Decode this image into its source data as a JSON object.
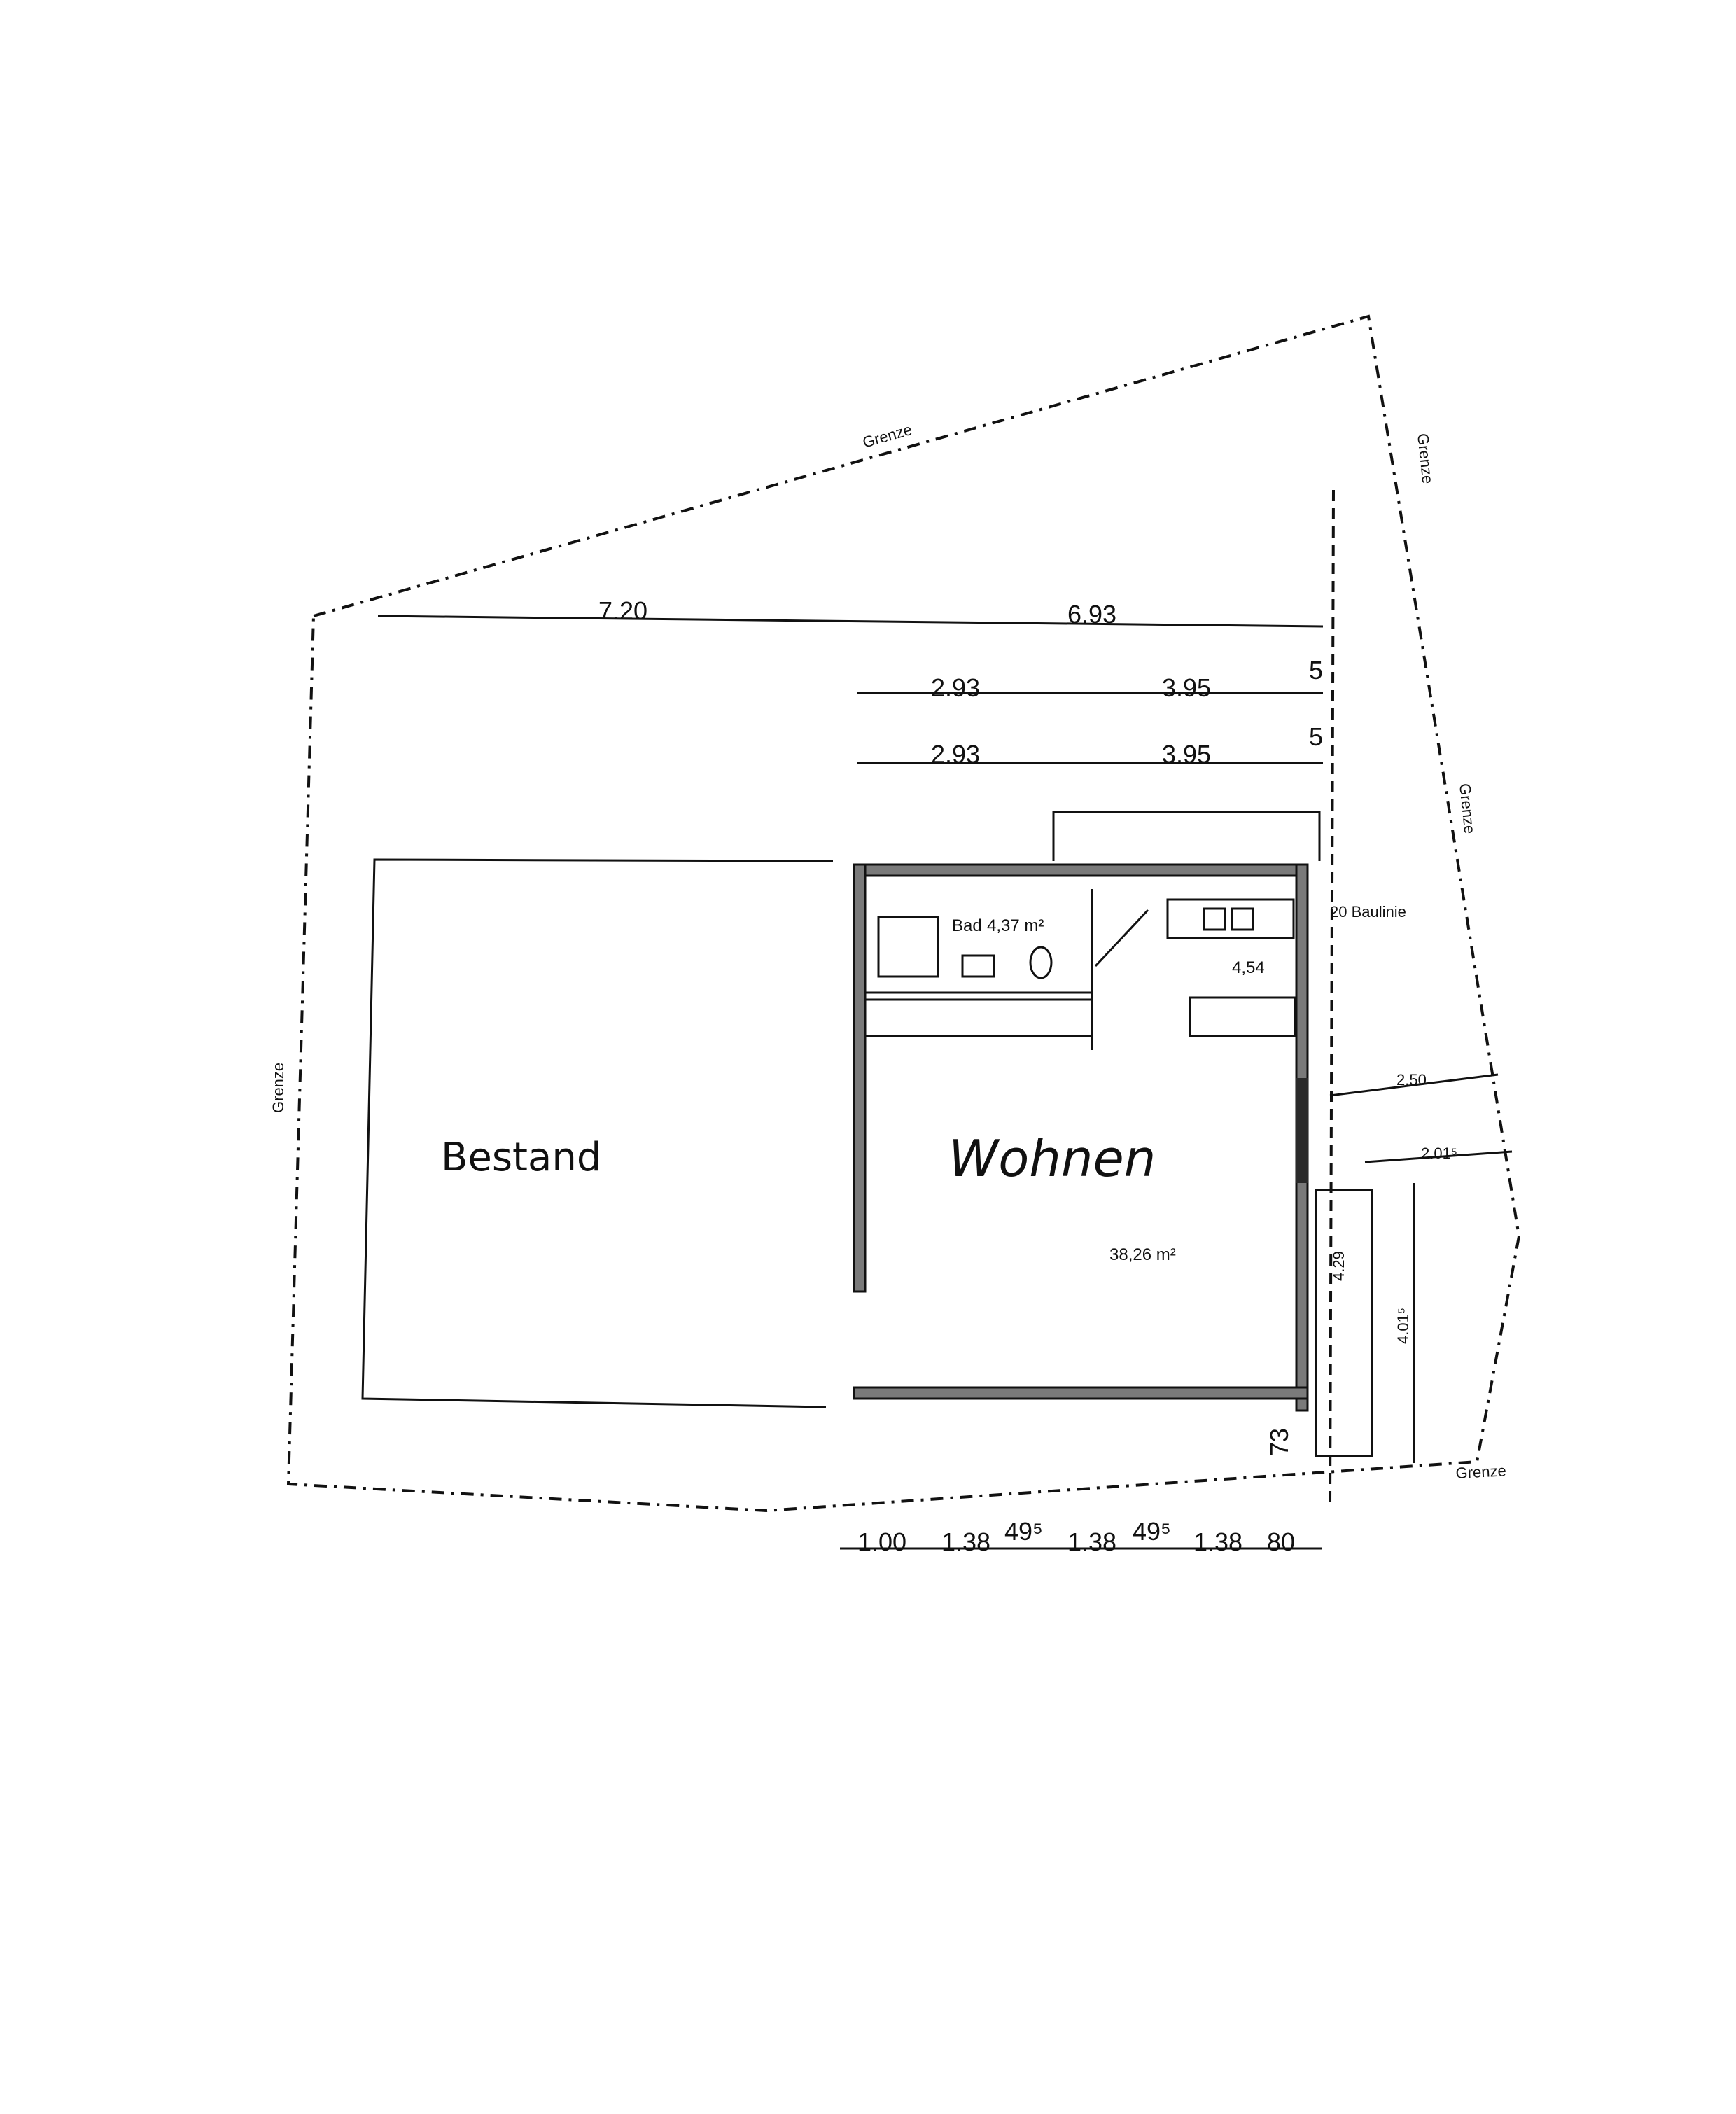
{
  "labels": {
    "grenze": "Grenze",
    "bestand": "Bestand",
    "wohnen": "Wohnen",
    "bad": "Bad",
    "bad_area": "4,37 m²",
    "wohnen_area": "38,26 m²",
    "kitchen_area": "4,54",
    "baulinie": "20 Baulinie"
  },
  "dimensions": {
    "top_row_1": [
      "7.20",
      "6.93"
    ],
    "top_row_2": [
      "2.93",
      "3.95",
      "5"
    ],
    "top_row_3": [
      "2.93",
      "3.95",
      "5"
    ],
    "right": [
      "2.50",
      "2.01⁵",
      "4.29",
      "4.01⁵"
    ],
    "corner": "73",
    "bottom": [
      "1.00",
      "1.38",
      "49⁵",
      "1.38",
      "49⁵",
      "1.38",
      "80"
    ]
  }
}
